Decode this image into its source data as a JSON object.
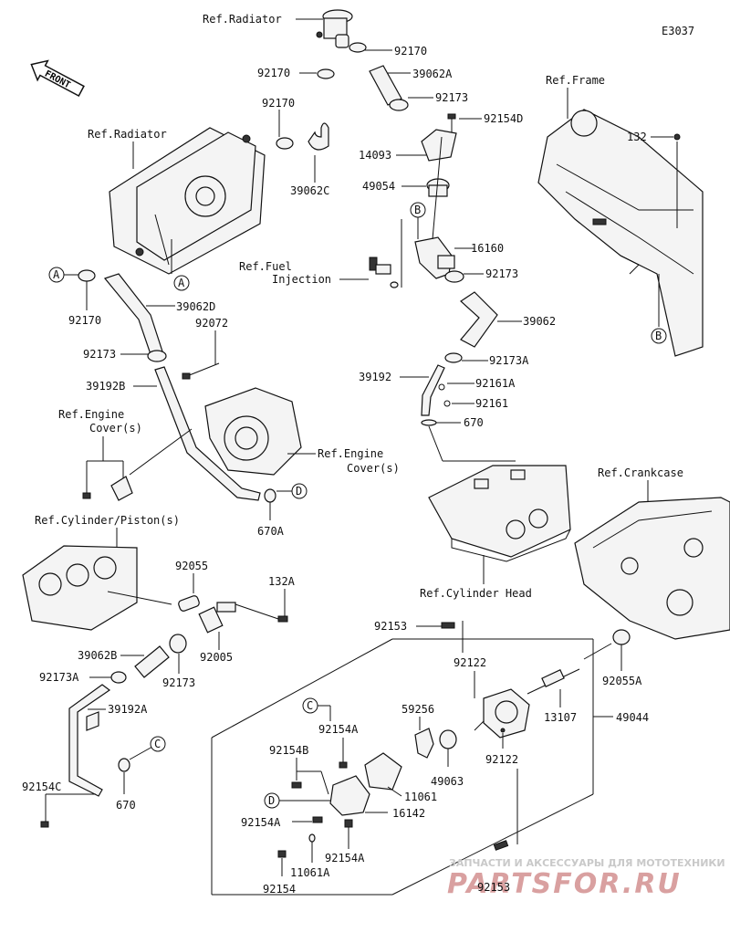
{
  "diagram_code": "E3037",
  "front_label": "FRONT",
  "references": {
    "radiator_top": "Ref.Radiator",
    "radiator": "Ref.Radiator",
    "frame": "Ref.Frame",
    "fuel_injection_1": "Ref.Fuel",
    "fuel_injection_2": "Injection",
    "engine_cover_left_1": "Ref.Engine",
    "engine_cover_left_2": "Cover(s)",
    "engine_cover_right_1": "Ref.Engine",
    "engine_cover_right_2": "Cover(s)",
    "cylinder_piston": "Ref.Cylinder/Piston(s)",
    "crankcase": "Ref.Crankcase",
    "cylinder_head": "Ref.Cylinder Head"
  },
  "connectors": {
    "A": "A",
    "B": "B",
    "C": "C",
    "D": "D"
  },
  "parts": {
    "p92170_a": "92170",
    "p92170_b": "92170",
    "p92170_c": "92170",
    "p92170_d": "92170",
    "p39062A": "39062A",
    "p92173_a": "92173",
    "p92154D": "92154D",
    "p14093": "14093",
    "p39062C": "39062C",
    "p49054": "49054",
    "p132": "132",
    "p16160": "16160",
    "p92173_b": "92173",
    "p39062D": "39062D",
    "p39062": "39062",
    "p92072": "92072",
    "p92173_c": "92173",
    "p92173A": "92173A",
    "p39192B": "39192B",
    "p39192": "39192",
    "p92161A": "92161A",
    "p92161": "92161",
    "p670": "670",
    "p670A": "670A",
    "p92055": "92055",
    "p132A": "132A",
    "p92005": "92005",
    "p39062B": "39062B",
    "p92173_d": "92173",
    "p92173A_b": "92173A",
    "p39192A": "39192A",
    "p92154C": "92154C",
    "p670_b": "670",
    "p92153_a": "92153",
    "p92122_a": "92122",
    "p92055A": "92055A",
    "p13107": "13107",
    "p49044": "49044",
    "p59256": "59256",
    "p92154A_a": "92154A",
    "p92154B": "92154B",
    "p49063": "49063",
    "p92122_b": "92122",
    "p11061": "11061",
    "p16142": "16142",
    "p92154A_b": "92154A",
    "p92154A_c": "92154A",
    "p11061A": "11061A",
    "p92154": "92154",
    "p92153_b": "92153"
  },
  "watermark": {
    "line1": "ЗАПЧАСТИ И АКСЕССУАРЫ ДЛЯ МОТОТЕХНИКИ",
    "line2": "PARTSFOR.RU"
  }
}
